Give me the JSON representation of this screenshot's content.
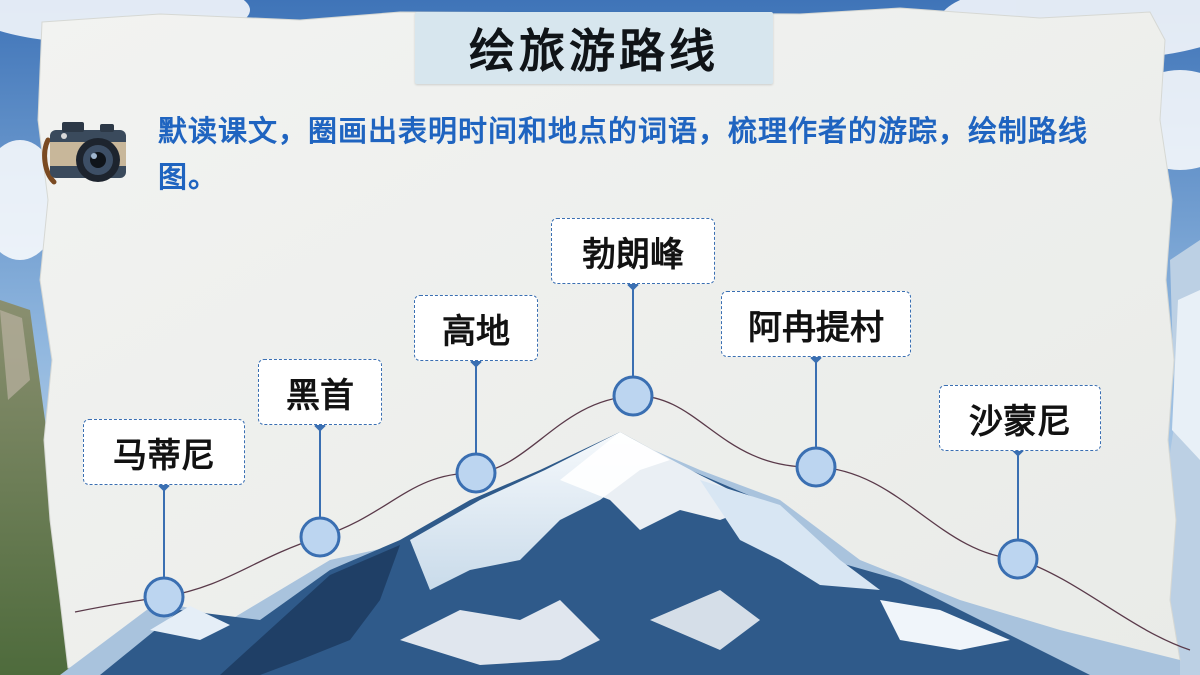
{
  "title": "绘旅游路线",
  "instruction": "默读课文，圈画出表明时间和地点的词语，梳理作者的游踪，绘制路线图。",
  "route": {
    "stops": [
      "马蒂尼",
      "黑首",
      "高地",
      "勃朗峰",
      "阿冉提村",
      "沙蒙尼"
    ]
  },
  "colors": {
    "instruction_text": "#1f64c0",
    "node_fill": "#bcd5f0",
    "node_stroke": "#3a6fb2",
    "connector": "#3a6fb2",
    "route_line": "#5a3a4a",
    "title_box": "#d7e6ee"
  },
  "icons": {
    "decoration": "camera-icon"
  }
}
